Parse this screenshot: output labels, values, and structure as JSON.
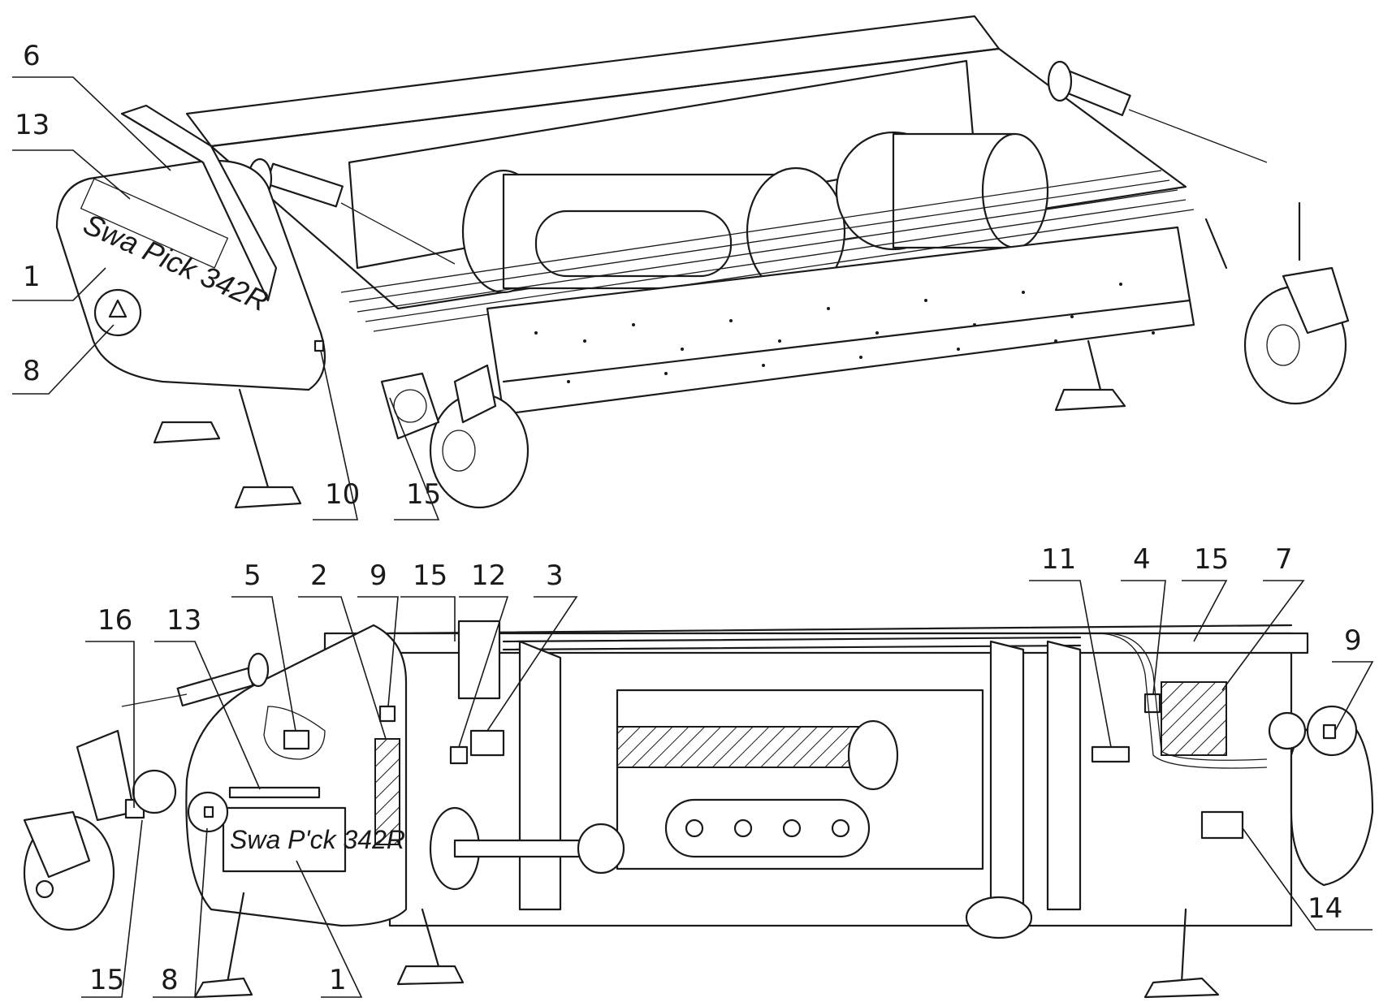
{
  "figure": {
    "top_view": {
      "model_label": "Swa Pick 342R",
      "callouts": [
        "6",
        "13",
        "1",
        "8",
        "10",
        "15"
      ]
    },
    "bottom_view": {
      "model_label": "Swa P'ck 342R",
      "callouts": [
        "16",
        "13",
        "5",
        "2",
        "9",
        "15",
        "12",
        "3",
        "11",
        "4",
        "15",
        "7",
        "9",
        "14",
        "15",
        "8",
        "1"
      ]
    }
  }
}
